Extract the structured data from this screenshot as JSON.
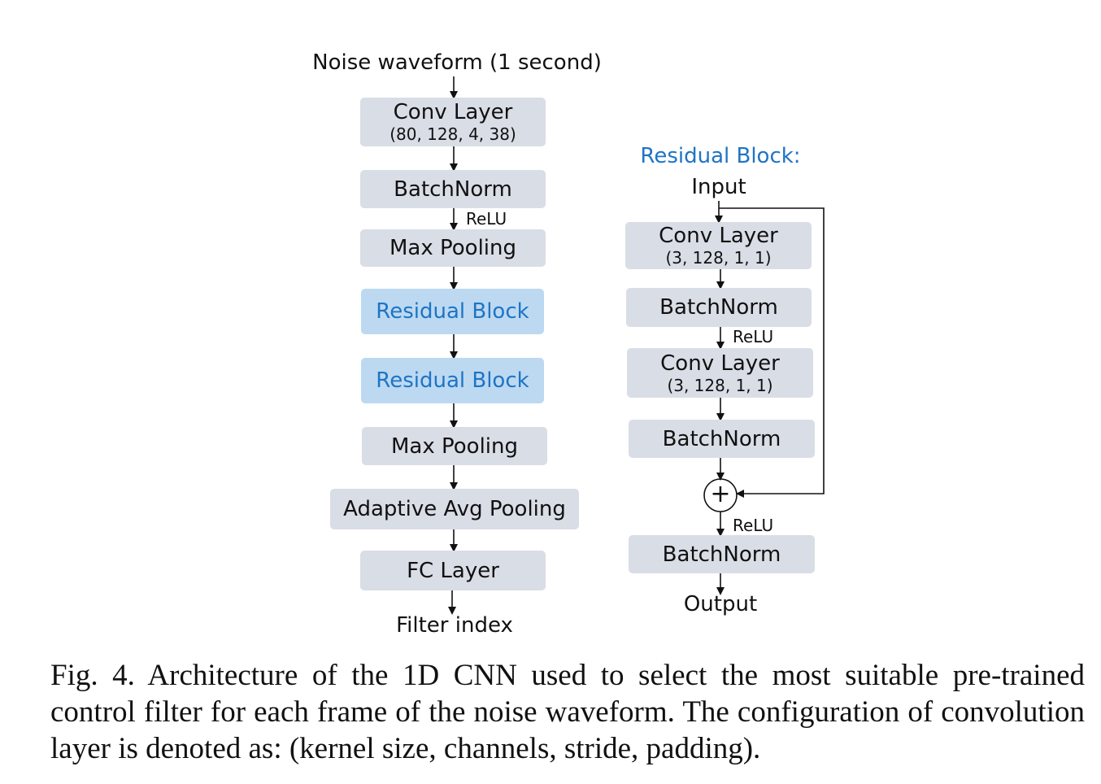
{
  "left_chain": {
    "input_label": "Noise waveform (1 second)",
    "conv": {
      "title": "Conv Layer",
      "config": "(80, 128, 4, 38)"
    },
    "batchnorm": "BatchNorm",
    "relu": "ReLU",
    "maxpool1": "Max Pooling",
    "residual1": "Residual Block",
    "residual2": "Residual Block",
    "maxpool2": "Max Pooling",
    "adaptive": "Adaptive Avg Pooling",
    "fc": "FC Layer",
    "output_label": "Filter index"
  },
  "residual_block": {
    "heading": "Residual Block:",
    "input_label": "Input",
    "conv1": {
      "title": "Conv Layer",
      "config": "(3, 128, 1, 1)"
    },
    "batchnorm1": "BatchNorm",
    "relu1": "ReLU",
    "conv2": {
      "title": "Conv Layer",
      "config": "(3, 128, 1, 1)"
    },
    "batchnorm2": "BatchNorm",
    "sum_symbol": "+",
    "relu2": "ReLU",
    "batchnorm3": "BatchNorm",
    "output_label": "Output"
  },
  "colors": {
    "box_fill": "#d9dde6",
    "residual_fill": "#bcd9f1",
    "accent_blue": "#1f74c4"
  },
  "caption": "Fig. 4.  Architecture of the 1D CNN used to select the most suitable pre-trained control filter for each frame of the noise waveform. The configuration of convolution layer is denoted as: (kernel size, channels, stride, padding)."
}
